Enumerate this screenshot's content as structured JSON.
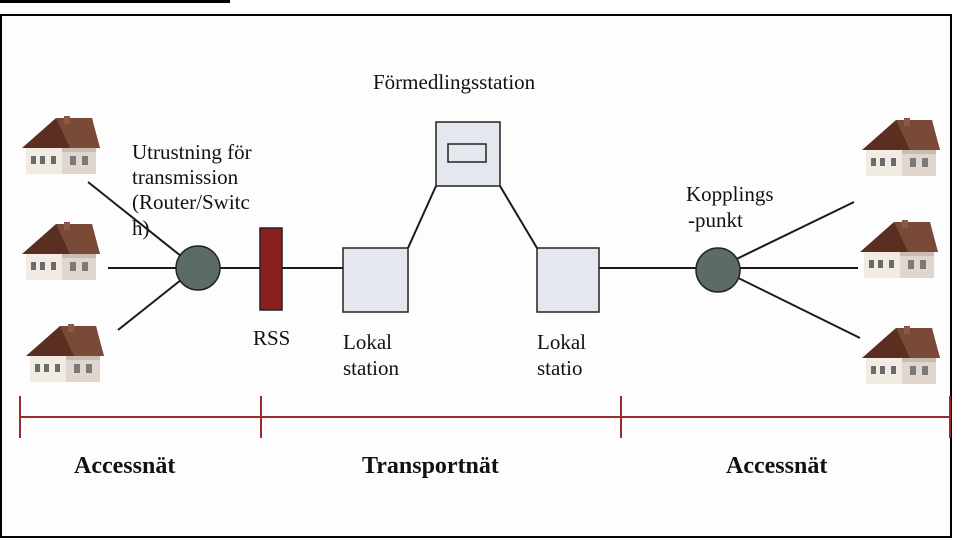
{
  "labels": {
    "center_station": "Förmedlingsstation",
    "transmission_line1": "Utrustning för",
    "transmission_line2": "transmission",
    "transmission_line3": "(Router/Switc",
    "transmission_line4": "h)",
    "rss": "RSS",
    "local_left_line1": "Lokal",
    "local_left_line2": "station",
    "local_right_line1": "Lokal",
    "local_right_line2": "statio",
    "coupling_line1": "Kopplings",
    "coupling_line2": "-punkt"
  },
  "sections": {
    "left": "Accessnät",
    "middle": "Transportnät",
    "right": "Accessnät"
  },
  "colors": {
    "node_fill": "#5b6b68",
    "rss_fill": "#8a1f1f",
    "station_fill": "#e4e7ee",
    "axis_line": "#9b2a2a",
    "roof": "#5a2f22",
    "wall": "#efe7e0"
  },
  "icons": {
    "house": "house-icon",
    "node": "circle-node",
    "station": "square-box"
  }
}
